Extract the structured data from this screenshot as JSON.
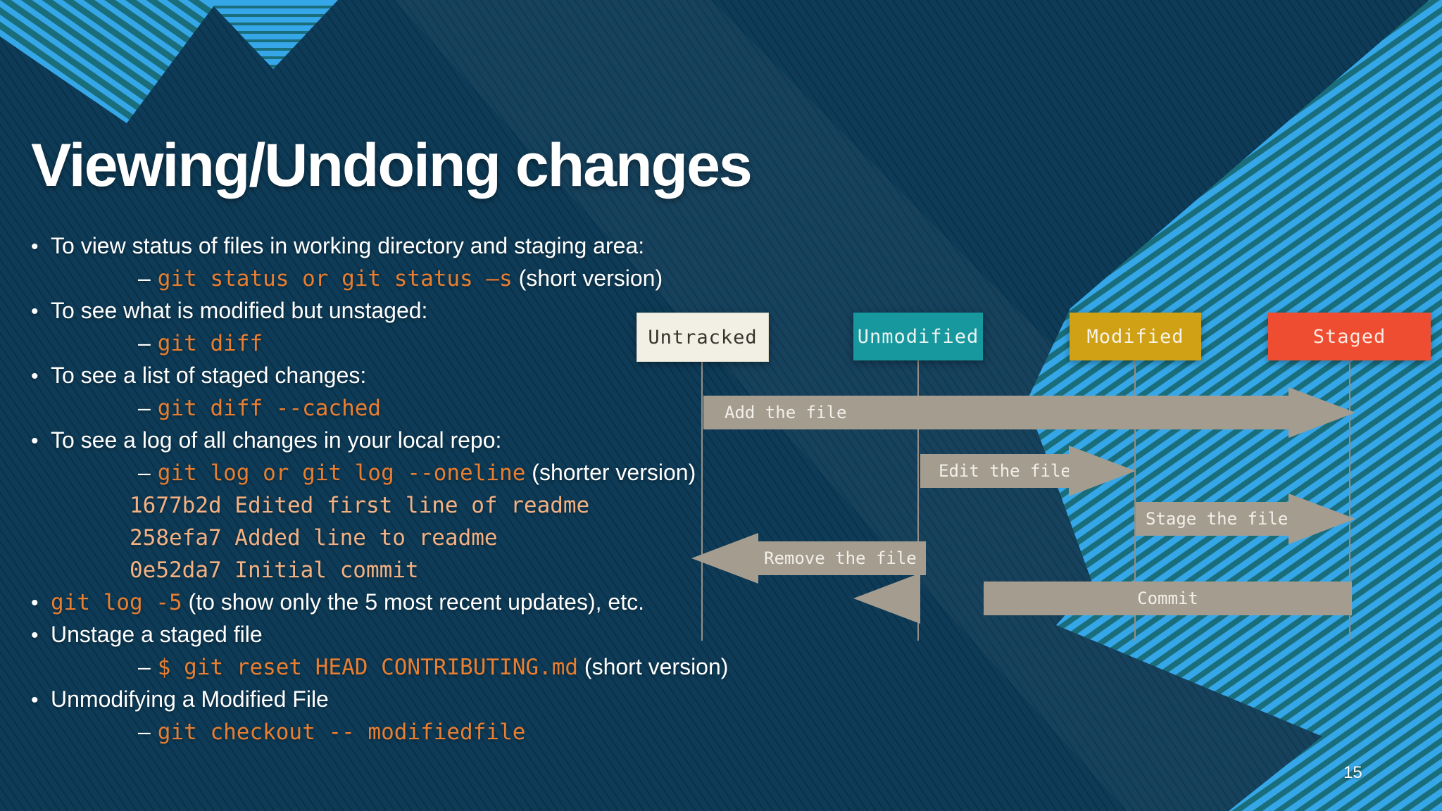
{
  "slide": {
    "title": "Viewing/Undoing changes",
    "page_number": "15"
  },
  "colors": {
    "bg_navy": "#0e3c58",
    "stripe_blue": "#35a7e8",
    "stripe_teal": "#1a6e7c",
    "code_orange": "#e87e31",
    "code_pale": "#f3b183",
    "text_white": "#ffffff",
    "arrow_gray": "#a59c90",
    "arrow_text": "#f2efe8",
    "guide_line": "#948e86"
  },
  "bullets": {
    "marker_bullet": "•",
    "marker_dash": "–",
    "lines": [
      {
        "indent": "b",
        "segs": [
          [
            "To view status of files in working directory and staging area:",
            "w"
          ]
        ]
      },
      {
        "indent": "d",
        "segs": [
          [
            "git status or git status –s",
            "o"
          ],
          [
            " (short version)",
            "w"
          ]
        ]
      },
      {
        "indent": "b",
        "segs": [
          [
            "To see what is modified but unstaged:",
            "w"
          ]
        ]
      },
      {
        "indent": "d",
        "segs": [
          [
            "git diff",
            "o"
          ]
        ]
      },
      {
        "indent": "b",
        "segs": [
          [
            "To see a list of staged changes:",
            "w"
          ]
        ]
      },
      {
        "indent": "d",
        "segs": [
          [
            "git diff --cached",
            "o"
          ]
        ]
      },
      {
        "indent": "b",
        "segs": [
          [
            "To see a log of all changes in your local repo:",
            "w"
          ]
        ]
      },
      {
        "indent": "d",
        "segs": [
          [
            "git log or git log --oneline",
            "o"
          ],
          [
            " (shorter version)",
            "w"
          ]
        ]
      },
      {
        "indent": "c",
        "segs": [
          [
            "1677b2d Edited first line of readme",
            "p"
          ]
        ]
      },
      {
        "indent": "c",
        "segs": [
          [
            "258efa7 Added line to readme",
            "p"
          ]
        ]
      },
      {
        "indent": "c",
        "segs": [
          [
            "0e52da7 Initial commit",
            "p"
          ]
        ]
      },
      {
        "indent": "b",
        "segs": [
          [
            "git log -5",
            "o"
          ],
          [
            "  (to show only the 5 most recent updates), etc.",
            "w"
          ]
        ]
      },
      {
        "indent": "b",
        "segs": [
          [
            "Unstage a staged file",
            "w"
          ]
        ]
      },
      {
        "indent": "d",
        "segs": [
          [
            "$ git reset HEAD CONTRIBUTING.md",
            "o"
          ],
          [
            " (short version)",
            "w"
          ]
        ]
      },
      {
        "indent": "b",
        "segs": [
          [
            "Unmodifying a Modified File",
            "w"
          ]
        ]
      },
      {
        "indent": "d",
        "segs": [
          [
            "git checkout -- modifiedfile",
            "o"
          ]
        ]
      }
    ]
  },
  "diagram": {
    "boxes": [
      {
        "label": "Untracked",
        "bg": "#f2f0e4",
        "fg": "#35352c"
      },
      {
        "label": "Unmodified",
        "bg": "#17989f",
        "fg": "#eaf4f1"
      },
      {
        "label": "Modified",
        "bg": "#d0a115",
        "fg": "#f7f3e8"
      },
      {
        "label": "Staged",
        "bg": "#ef4d31",
        "fg": "#fdeae2"
      }
    ],
    "arrows": [
      {
        "label": "Add the file"
      },
      {
        "label": "Edit the file"
      },
      {
        "label": "Stage the file"
      },
      {
        "label": "Remove the file"
      },
      {
        "label": "Commit"
      }
    ]
  }
}
